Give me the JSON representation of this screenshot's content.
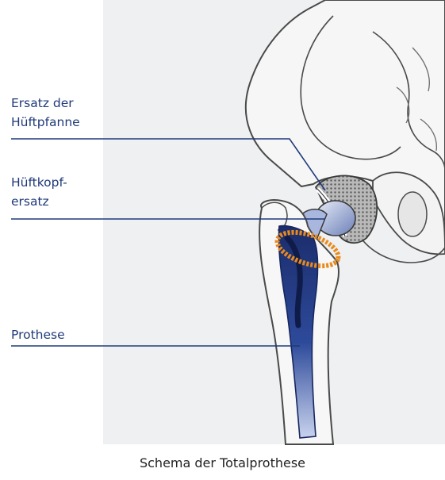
{
  "labels": {
    "cup": {
      "line1": "Ersatz der",
      "line2": "Hüftpfanne"
    },
    "head": {
      "line1": "Hüftkopf-",
      "line2": "ersatz"
    },
    "stem": {
      "line1": "Prothese"
    }
  },
  "caption": "Schema der Totalprothese",
  "colors": {
    "label_text": "#1f3a7a",
    "leader_line": "#1f3a7a",
    "background_panel": "#eef0f2",
    "bone_outline": "#4a4a4a",
    "stem_navy": "#1b2c6b",
    "stem_light": "#9fb0d8",
    "collar_orange": "#e98a1c",
    "cup_gray": "#9a9a9a"
  }
}
